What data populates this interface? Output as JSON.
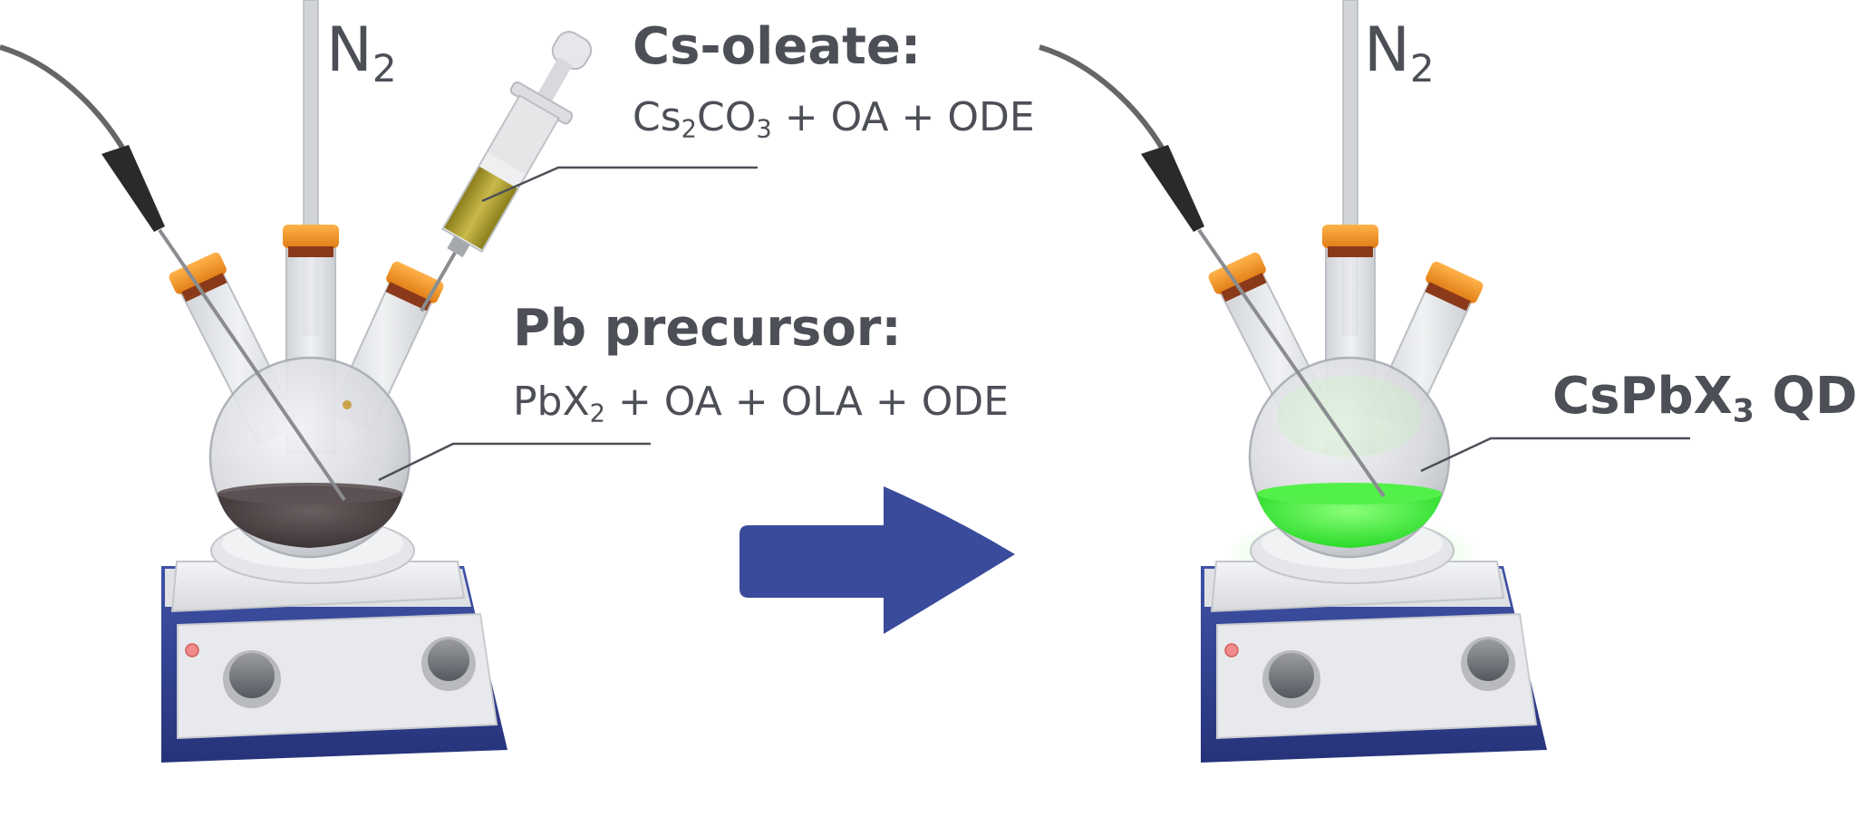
{
  "labels": {
    "n2_left": {
      "main": "N",
      "sub": "2"
    },
    "n2_right": {
      "main": "N",
      "sub": "2"
    },
    "cs_oleate_title": "Cs-oleate:",
    "cs_oleate_formula": {
      "p1": "Cs",
      "s1": "2",
      "p2": "CO",
      "s2": "3",
      "p3": " + OA + ODE"
    },
    "pb_precursor_title": "Pb precursor:",
    "pb_precursor_formula": {
      "p1": "PbX",
      "s1": "2",
      "p2": " + OA + OLA + ODE"
    },
    "product": {
      "p1": "CsPbX",
      "s1": "3",
      "p2": " QDs"
    }
  },
  "colors": {
    "label_text": "#4d4f57",
    "arrow": "#3a4b9c",
    "stirrer_base": "#2f3d8c",
    "glass": "#d6d8dc",
    "stopper": "#f39a2e",
    "syringe_liquid": "#a89a2c",
    "dark_solution": "#4a4142",
    "green_solution": "#3cf03c",
    "leader_line": "#4d4f57"
  },
  "icons": {
    "left_apparatus": "three-neck-flask-on-hotplate-icon",
    "right_apparatus": "three-neck-flask-on-hotplate-icon",
    "syringe": "syringe-icon",
    "arrow": "right-arrow-icon",
    "thermocouple": "thermocouple-probe-icon"
  }
}
